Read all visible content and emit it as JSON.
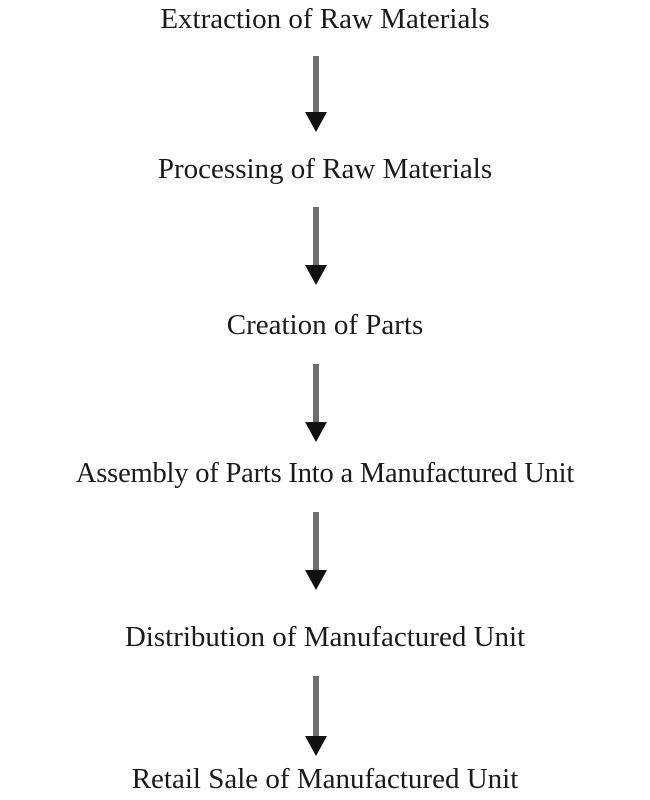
{
  "flowchart": {
    "steps": [
      "Extraction of Raw Materials",
      "Processing of Raw Materials",
      "Creation of Parts",
      "Assembly of Parts Into a Manufactured Unit",
      "Distribution of Manufactured Unit",
      "Retail Sale of Manufactured Unit"
    ]
  },
  "colors": {
    "text": "#1a1a1a",
    "arrow_shaft": "#6e6e6e",
    "arrow_head": "#111111",
    "background": "#ffffff"
  }
}
